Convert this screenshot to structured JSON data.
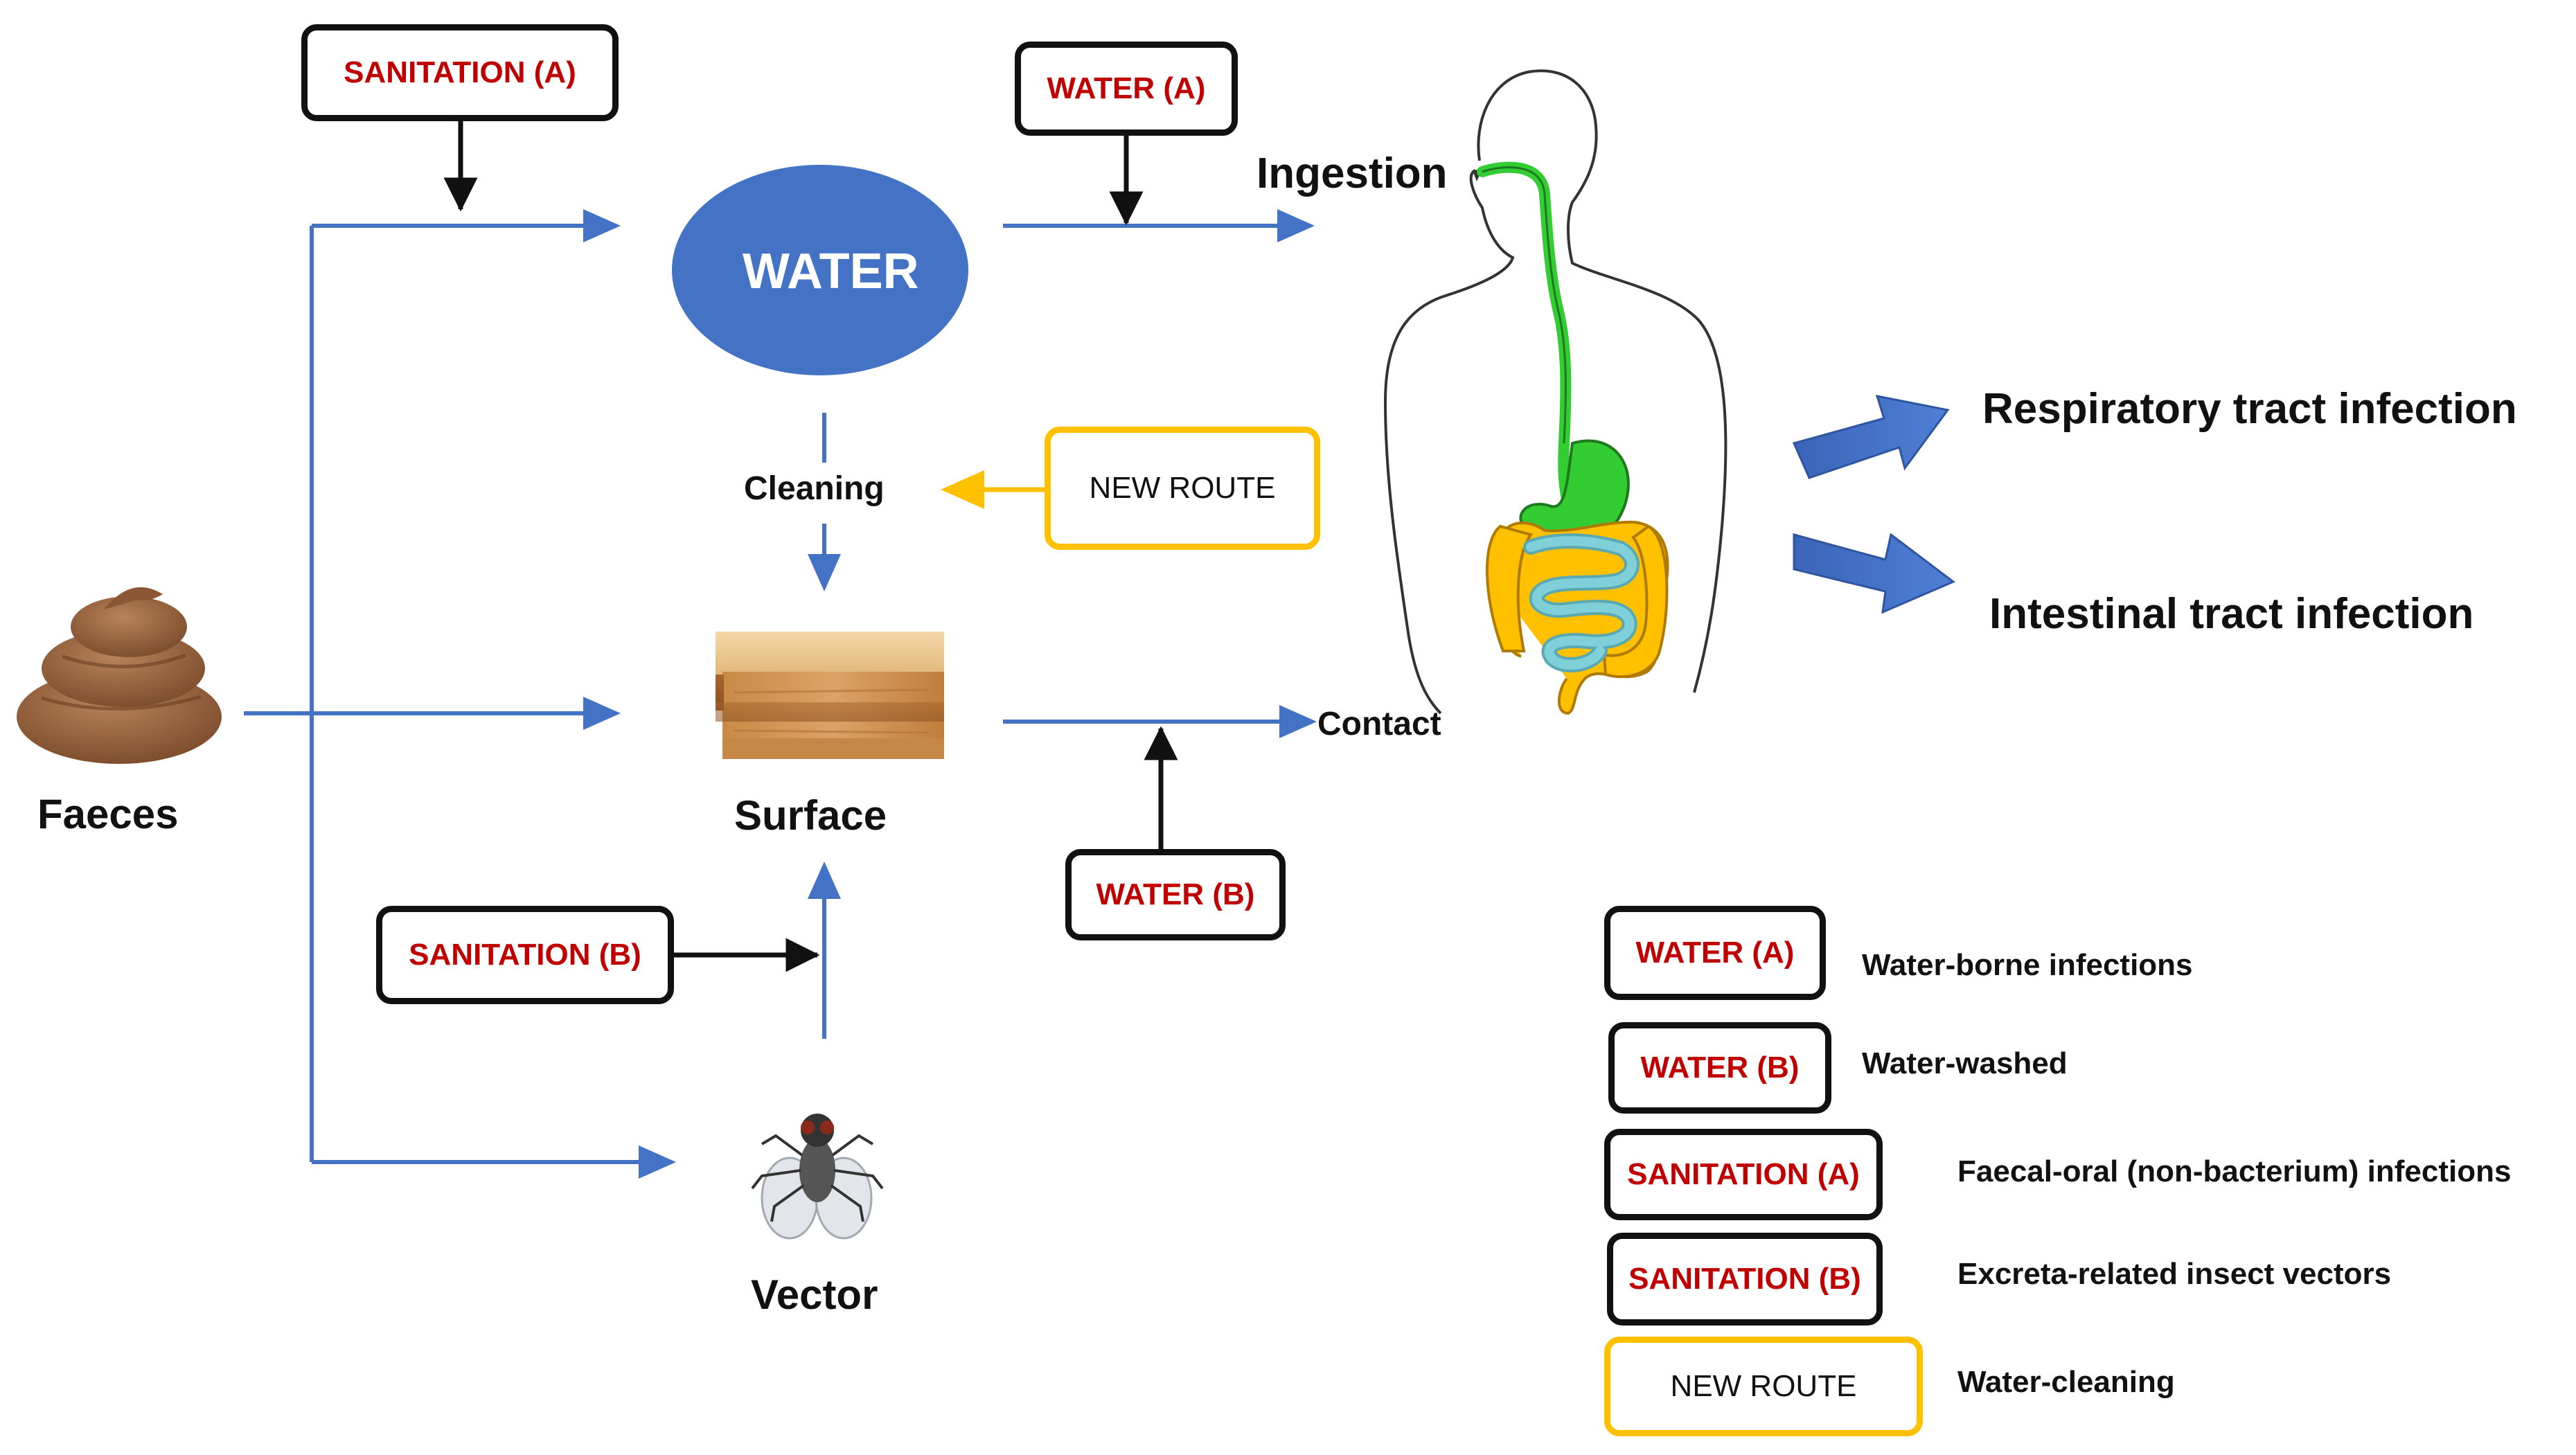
{
  "boxes": {
    "sanitation_a": "SANITATION (A)",
    "water_a": "WATER (A)",
    "new_route": "NEW ROUTE",
    "sanitation_b": "SANITATION (B)",
    "water_b": "WATER (B)"
  },
  "nodes": {
    "water": "WATER",
    "cleaning": "Cleaning",
    "surface": "Surface",
    "faeces": "Faeces",
    "vector": "Vector",
    "ingestion": "Ingestion",
    "contact": "Contact"
  },
  "outcomes": {
    "respiratory": "Respiratory tract infection",
    "intestinal": "Intestinal tract infection"
  },
  "legend": [
    {
      "key": "WATER (A)",
      "desc": "Water-borne infections",
      "style": "black"
    },
    {
      "key": "WATER (B)",
      "desc": "Water-washed",
      "style": "black"
    },
    {
      "key": "SANITATION (A)",
      "desc": "Faecal-oral (non-bacterium) infections",
      "style": "black"
    },
    {
      "key": "SANITATION (B)",
      "desc": "Excreta-related insect vectors",
      "style": "black"
    },
    {
      "key": "NEW ROUTE",
      "desc": "Water-cleaning",
      "style": "yellow"
    }
  ],
  "colors": {
    "flow_line": "#4472c4",
    "water_node": "#4472c4",
    "box_border": "#111111",
    "box_text": "#c00000",
    "new_route_border": "#ffc000",
    "gut_green": "#33cc33",
    "colon_yellow": "#ffc000",
    "small_intestine_blue": "#7fd0d8"
  },
  "icons": {
    "faeces": "poop-icon",
    "surface": "wood-surface-icon",
    "vector": "fly-icon",
    "body": "human-digestive-system-icon"
  }
}
